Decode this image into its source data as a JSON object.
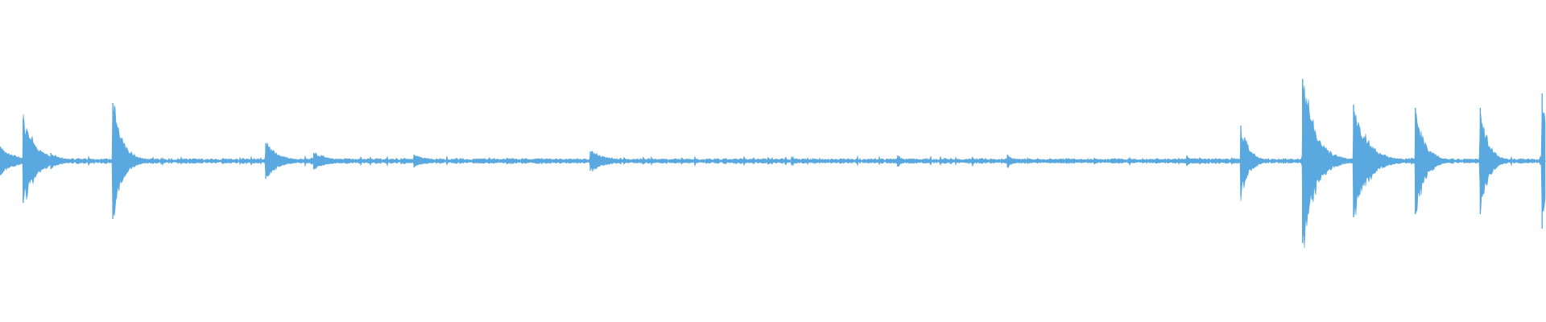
{
  "chart_data": {
    "type": "area",
    "title": "",
    "xlabel": "",
    "ylabel": "",
    "grid": false,
    "legend": "none",
    "duration": 1.0,
    "ylim": [
      -1,
      1
    ],
    "baseline_noise": 0.012,
    "colors": {
      "waveform": "#5aa8e0",
      "background": "#ffffff"
    },
    "transients": [
      {
        "t": 0.0,
        "amp": 0.08,
        "decay": 0.01
      },
      {
        "t": 0.015,
        "amp": 0.26,
        "decay": 0.008
      },
      {
        "t": 0.033,
        "amp": 0.05,
        "decay": 0.006
      },
      {
        "t": 0.073,
        "amp": 0.36,
        "decay": 0.006
      },
      {
        "t": 0.172,
        "amp": 0.11,
        "decay": 0.008
      },
      {
        "t": 0.203,
        "amp": 0.05,
        "decay": 0.01
      },
      {
        "t": 0.268,
        "amp": 0.04,
        "decay": 0.008
      },
      {
        "t": 0.328,
        "amp": 0.02,
        "decay": 0.003
      },
      {
        "t": 0.382,
        "amp": 0.06,
        "decay": 0.01
      },
      {
        "t": 0.441,
        "amp": 0.02,
        "decay": 0.003
      },
      {
        "t": 0.468,
        "amp": 0.015,
        "decay": 0.003
      },
      {
        "t": 0.497,
        "amp": 0.02,
        "decay": 0.004
      },
      {
        "t": 0.581,
        "amp": 0.035,
        "decay": 0.003
      },
      {
        "t": 0.652,
        "amp": 0.04,
        "decay": 0.004
      },
      {
        "t": 0.768,
        "amp": 0.03,
        "decay": 0.003
      },
      {
        "t": 0.803,
        "amp": 0.22,
        "decay": 0.005
      },
      {
        "t": 0.843,
        "amp": 0.51,
        "decay": 0.008
      },
      {
        "t": 0.876,
        "amp": 0.35,
        "decay": 0.009
      },
      {
        "t": 0.916,
        "amp": 0.33,
        "decay": 0.006
      },
      {
        "t": 0.958,
        "amp": 0.33,
        "decay": 0.005
      },
      {
        "t": 0.998,
        "amp": 0.42,
        "decay": 0.004
      }
    ]
  }
}
